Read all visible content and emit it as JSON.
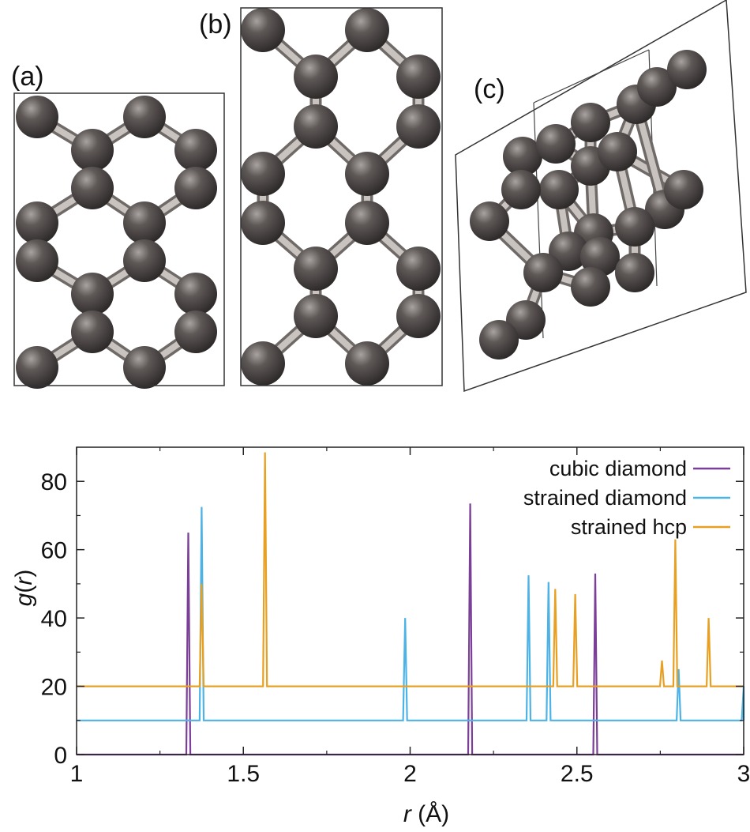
{
  "panels": [
    {
      "label": "(a)"
    },
    {
      "label": "(b)"
    },
    {
      "label": "(c)"
    }
  ],
  "atom_color": "#4a4545",
  "bond_color": "#a09a96",
  "chart_data": {
    "type": "line",
    "xlabel_symbol": "r",
    "xlabel_unit": " (Å)",
    "ylabel_symbol": "g",
    "ylabel_open": "(",
    "ylabel_inner": "r",
    "ylabel_close": ")",
    "xlim": [
      1,
      3
    ],
    "ylim": [
      0,
      90
    ],
    "xticks": [
      1,
      1.5,
      2,
      2.5,
      3
    ],
    "xtick_labels": [
      "1",
      "1.5",
      "2",
      "2.5",
      "3"
    ],
    "yticks": [
      0,
      20,
      40,
      60,
      80
    ],
    "ytick_labels": [
      "0",
      "20",
      "40",
      "60",
      "80"
    ],
    "legend_position": "top-right",
    "grid": false,
    "series": [
      {
        "name": "cubic diamond",
        "color": "#7b3f98",
        "baseline": 0,
        "peaks": [
          [
            1.335,
            65
          ],
          [
            2.18,
            73.5
          ],
          [
            2.555,
            53
          ]
        ]
      },
      {
        "name": "strained diamond",
        "color": "#4db3e6",
        "baseline": 10,
        "peaks": [
          [
            1.375,
            72.5
          ],
          [
            1.985,
            40
          ],
          [
            2.355,
            52.5
          ],
          [
            2.415,
            50.5
          ],
          [
            2.805,
            25
          ],
          [
            3.0,
            20
          ]
        ]
      },
      {
        "name": "strained hcp",
        "color": "#e8a023",
        "baseline": 20,
        "peaks": [
          [
            1.375,
            50
          ],
          [
            1.565,
            88.5
          ],
          [
            2.435,
            48.5
          ],
          [
            2.495,
            47
          ],
          [
            2.755,
            27.5
          ],
          [
            2.795,
            63
          ],
          [
            2.895,
            40
          ]
        ]
      }
    ]
  }
}
